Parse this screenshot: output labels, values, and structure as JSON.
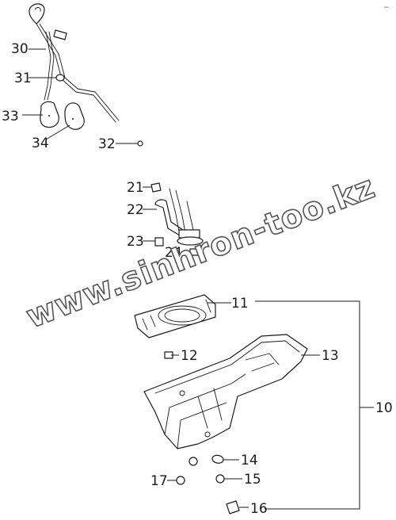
{
  "diagram": {
    "corner_mark": "~",
    "watermark": "www.sinhron-too.kz",
    "callouts": {
      "c30": "30",
      "c31": "31",
      "c32": "32",
      "c33": "33",
      "c34": "34",
      "c21": "21",
      "c22": "22",
      "c23": "23",
      "c24": "24",
      "c11": "11",
      "c12": "12",
      "c13": "13",
      "c10": "10",
      "c14": "14",
      "c15": "15",
      "c16": "16",
      "c17": "17"
    }
  }
}
